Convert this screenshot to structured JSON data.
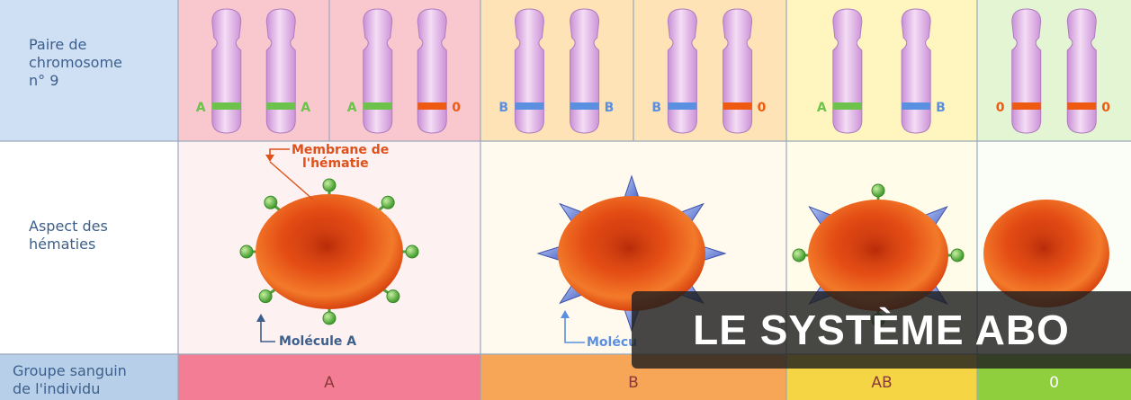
{
  "row_labels": {
    "chromosomes": [
      "Paire de",
      "chromosome",
      "n° 9"
    ],
    "cells": [
      "Aspect des",
      "hématies"
    ],
    "group": [
      "Groupe sanguin",
      "de l'individu"
    ]
  },
  "chromosome_pairs": [
    {
      "alleles": [
        "A",
        "A"
      ],
      "colors": [
        "#6cc24a",
        "#6cc24a"
      ]
    },
    {
      "alleles": [
        "A",
        "0"
      ],
      "colors": [
        "#6cc24a",
        "#ee5a12"
      ]
    },
    {
      "alleles": [
        "B",
        "B"
      ],
      "colors": [
        "#5b8fe0",
        "#5b8fe0"
      ]
    },
    {
      "alleles": [
        "B",
        "0"
      ],
      "colors": [
        "#5b8fe0",
        "#ee5a12"
      ]
    },
    {
      "alleles": [
        "A",
        "B"
      ],
      "colors": [
        "#6cc24a",
        "#5b8fe0"
      ]
    },
    {
      "alleles": [
        "0",
        "0"
      ],
      "colors": [
        "#ee5a12",
        "#ee5a12"
      ]
    }
  ],
  "groups": [
    "A",
    "B",
    "AB",
    "0"
  ],
  "annotations": {
    "membrane": [
      "Membrane de",
      "l'hématie"
    ],
    "molecule_a": "Molécule A",
    "molecule_b": "Molécu"
  },
  "banner": {
    "title": "LE SYSTÈME ABO"
  },
  "colors": {
    "label_text": "#3d5f8c",
    "annotation": "#e0501a",
    "pointer": "#5b8fe0",
    "allele_a": "#6cc24a",
    "allele_b": "#5b8fe0",
    "allele_0": "#ee5a12",
    "chromosome": "#e8c0ec",
    "red_cell": "#e8501a"
  }
}
